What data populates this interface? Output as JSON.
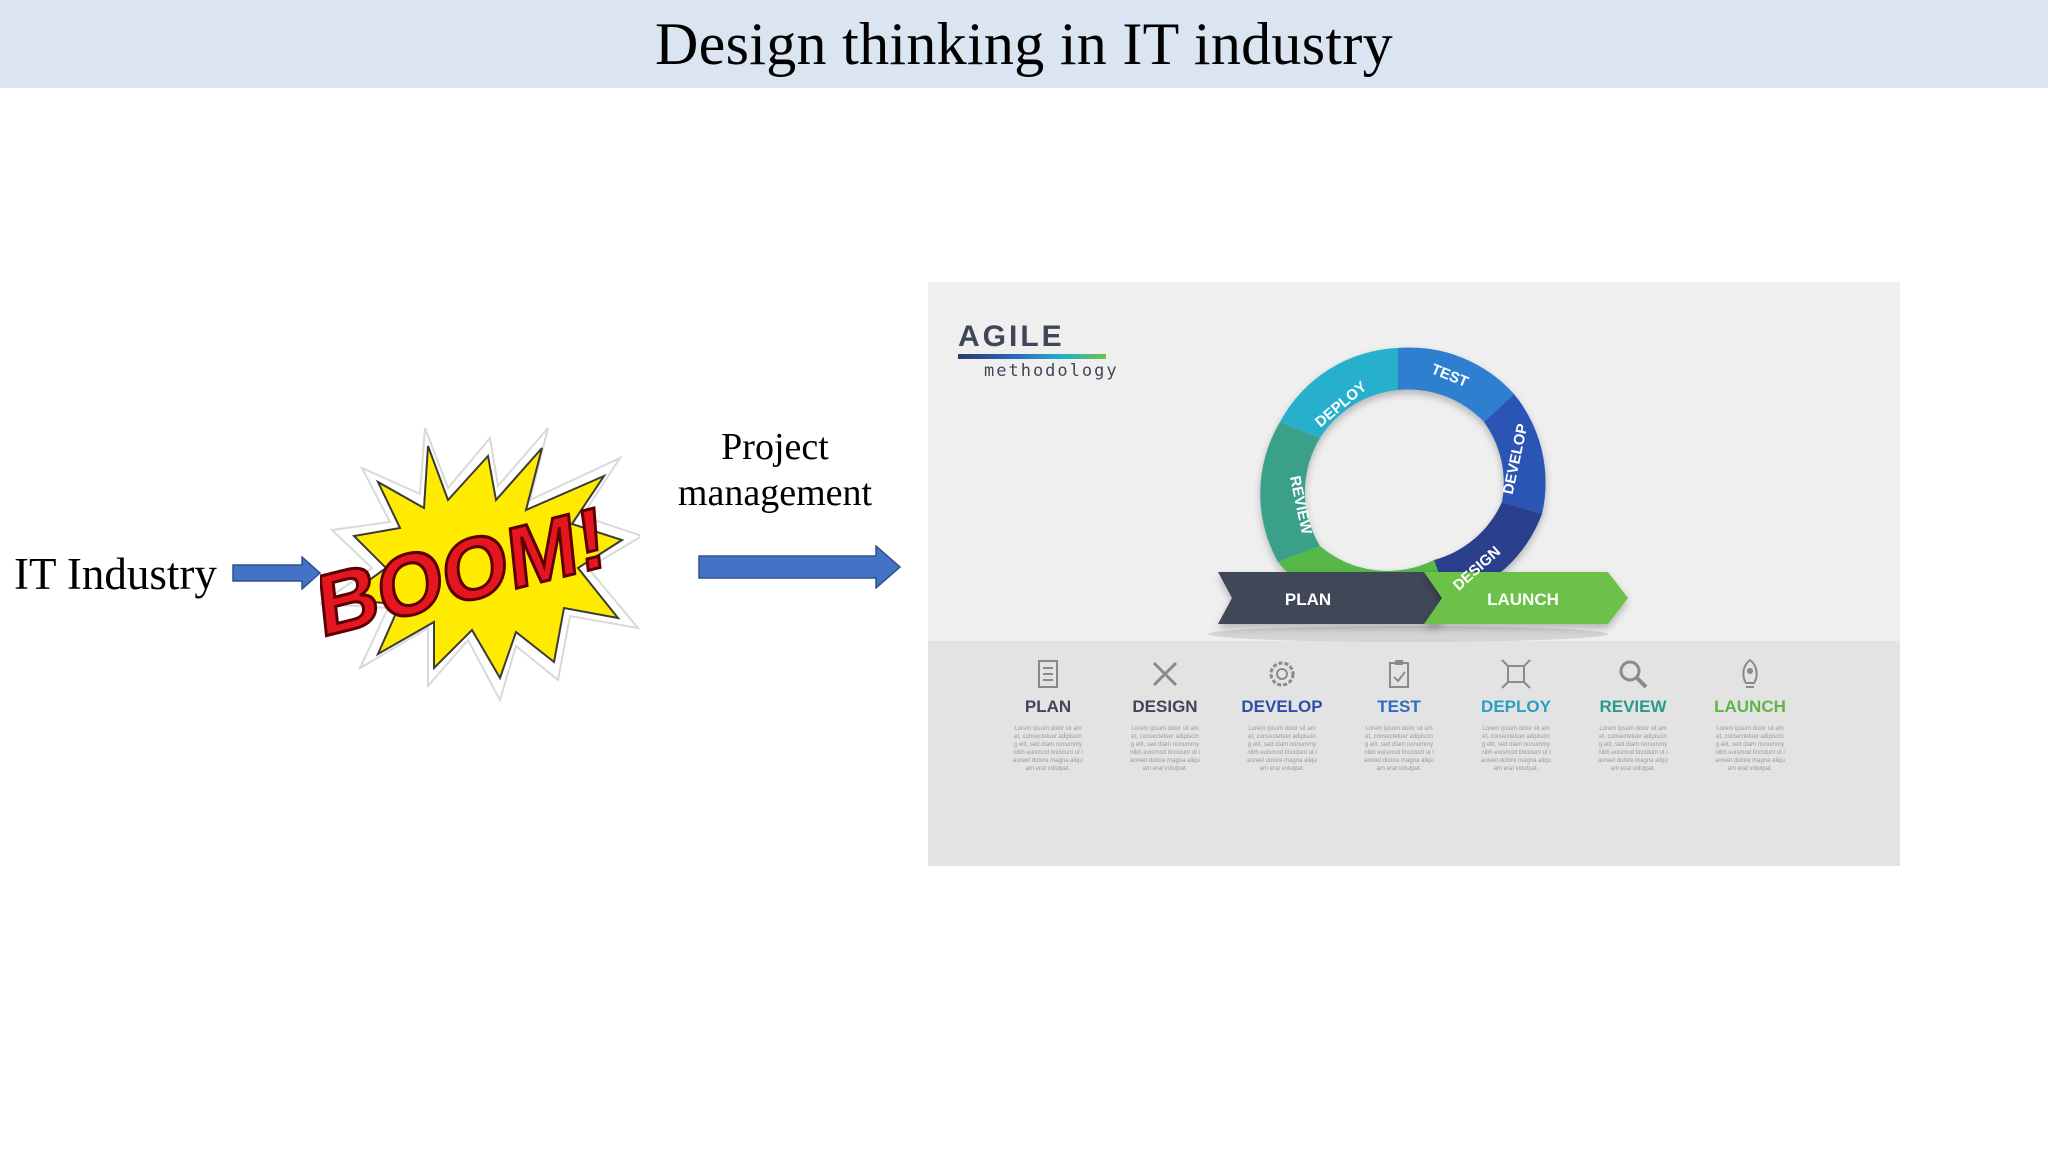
{
  "slide": {
    "title": "Design thinking in IT industry",
    "it_label": "IT Industry",
    "pm_label_line1": "Project",
    "pm_label_line2": "management",
    "boom_text": "BOOM!"
  },
  "agile": {
    "logo_title": "AGILE",
    "logo_subtitle": "methodology",
    "cycle_labels": {
      "deploy": "DEPLOY",
      "test": "TEST",
      "develop": "DEVELOP",
      "review": "REVIEW",
      "design": "DESIGN",
      "plan": "PLAN",
      "launch": "LAUNCH"
    },
    "phases": [
      {
        "label": "PLAN",
        "color": "#3f4657",
        "icon": "document-icon",
        "text": "Lorem ipsum dolor sit amet, consectetuer adipiscing elit, sed diam nonummy nibh euismod tincidunt ut laoreet dolore magna aliquam erat volutpat."
      },
      {
        "label": "DESIGN",
        "color": "#3f4657",
        "icon": "design-tools-icon",
        "text": "Lorem ipsum dolor sit amet, consectetuer adipiscing elit, sed diam nonummy nibh euismod tincidunt ut laoreet dolore magna aliquam erat volutpat."
      },
      {
        "label": "DEVELOP",
        "color": "#2d4fa8",
        "icon": "gear-brain-icon",
        "text": "Lorem ipsum dolor sit amet, consectetuer adipiscing elit, sed diam nonummy nibh euismod tincidunt ut laoreet dolore magna aliquam erat volutpat."
      },
      {
        "label": "TEST",
        "color": "#2d6cc0",
        "icon": "clipboard-check-icon",
        "text": "Lorem ipsum dolor sit amet, consectetuer adipiscing elit, sed diam nonummy nibh euismod tincidunt ut laoreet dolore magna aliquam erat volutpat."
      },
      {
        "label": "DEPLOY",
        "color": "#2a9fc6",
        "icon": "deploy-icon",
        "text": "Lorem ipsum dolor sit amet, consectetuer adipiscing elit, sed diam nonummy nibh euismod tincidunt ut laoreet dolore magna aliquam erat volutpat."
      },
      {
        "label": "REVIEW",
        "color": "#2b9a8a",
        "icon": "magnifier-icon",
        "text": "Lorem ipsum dolor sit amet, consectetuer adipiscing elit, sed diam nonummy nibh euismod tincidunt ut laoreet dolore magna aliquam erat volutpat."
      },
      {
        "label": "LAUNCH",
        "color": "#5fb548",
        "icon": "rocket-icon",
        "text": "Lorem ipsum dolor sit amet, consectetuer adipiscing elit, sed diam nonummy nibh euismod tincidunt ut laoreet dolore magna aliquam erat volutpat."
      }
    ]
  },
  "colors": {
    "title_bar": "#dbe4f1",
    "arrow": "#4472c4",
    "boom_yellow": "#ffeb00",
    "boom_red": "#e5161f"
  }
}
